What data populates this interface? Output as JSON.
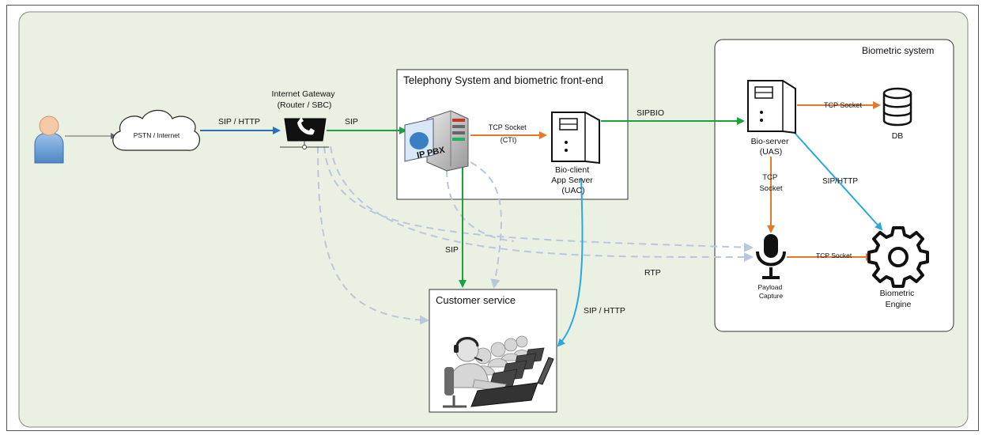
{
  "labels": {
    "pstn": "PSTN / Internet",
    "gateway_title_1": "Internet Gateway",
    "gateway_title_2": "(Router / SBC)",
    "telephony_title": "Telephony System and biometric front-end",
    "ippbx": "IP PBX",
    "tcp_socket_cti_1": "TCP Socket",
    "tcp_socket_cti_2": "(CTI)",
    "bioclient_1": "Bio-client",
    "bioclient_2": "App Server",
    "bioclient_3": "(UAC)",
    "biometric_title": "Biometric system",
    "bioserver_1": "Bio-server",
    "bioserver_2": "(UAS)",
    "db": "DB",
    "tcp_socket_db": "TCP Socket",
    "tcp_socket_v_1": "TCP",
    "tcp_socket_v_2": "Socket",
    "sip_http_engine": "SIP/HTTP",
    "payload_1": "Payload",
    "payload_2": "Capture",
    "tcp_socket_engine": "TCP Socket",
    "engine_1": "Biometric",
    "engine_2": "Engine",
    "customer_service": "Customer service",
    "sip_http_1": "SIP / HTTP",
    "sip_1": "SIP",
    "sipbio": "SIPBIO",
    "sip_2": "SIP",
    "rtp": "RTP",
    "sip_http_2": "SIP / HTTP"
  },
  "colors": {
    "background": "#eaf1e2",
    "green": "#1aa33a",
    "orange": "#e6782a",
    "blue": "#2b6fbf",
    "cyan": "#29a8e0",
    "dashed": "#b8c8dc"
  },
  "icons": {
    "user": "user-icon",
    "cloud": "cloud-icon",
    "router": "router-phone-icon",
    "pbx": "ip-pbx-server-icon",
    "bioclient": "server-tower-icon",
    "bioserver": "server-tower-icon",
    "db": "database-icon",
    "microphone": "microphone-icon",
    "gear": "gear-icon",
    "agents": "call-center-agents-icon"
  }
}
